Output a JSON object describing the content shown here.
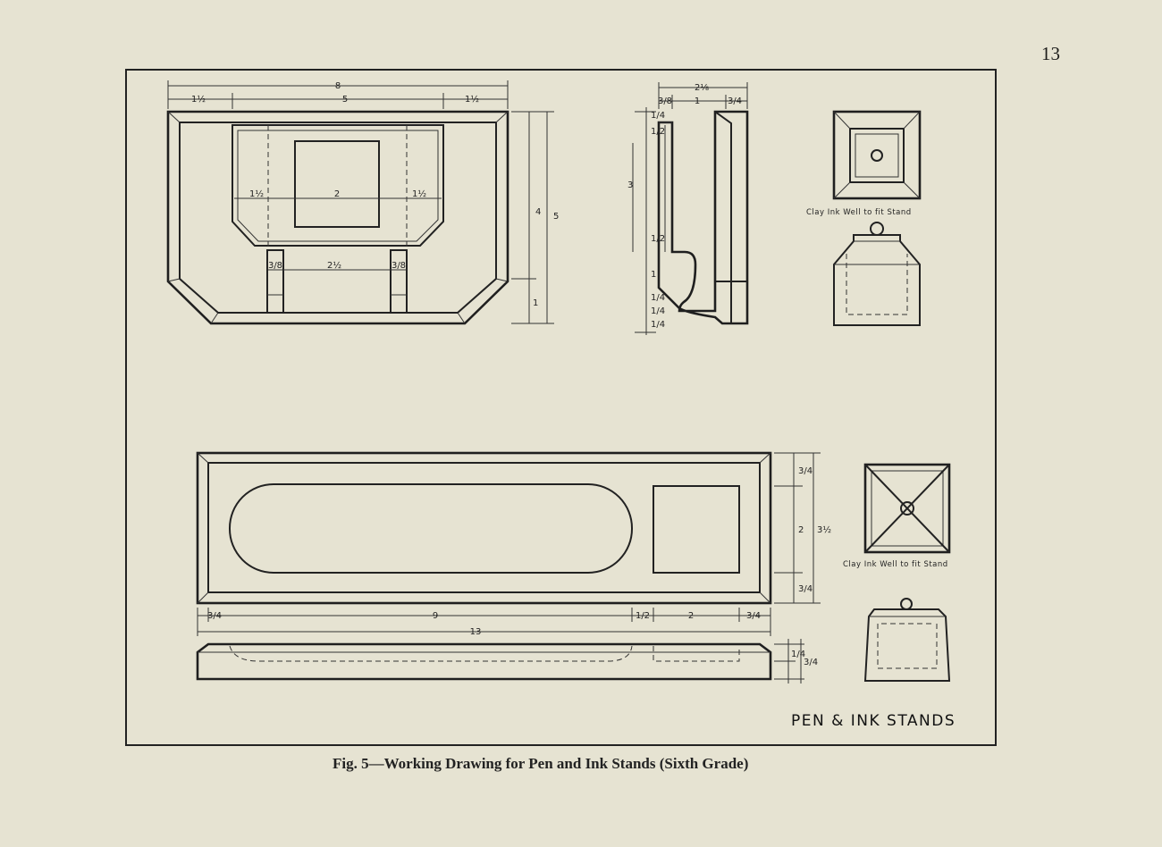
{
  "page": {
    "number": "13"
  },
  "caption": "Fig. 5—Working Drawing for Pen and Ink Stands (Sixth Grade)",
  "drawing": {
    "title": "PEN & INK STANDS",
    "label_top_inkwell": "Clay Ink Well to fit Stand",
    "label_bottom_inkwell": "Clay Ink Well to fit Stand",
    "dimensions": {
      "top_overall_width": "8",
      "top_inner_width": "5",
      "top_left_margin": "1½",
      "top_right_margin": "1½",
      "top_height_outer": "5",
      "top_height_inner": "4",
      "top_bottom_offset": "1",
      "top_mid_left": "1½",
      "top_mid_center": "2",
      "top_mid_right": "1½",
      "top_leg_left": "3/8",
      "top_leg_center": "2½",
      "top_leg_right": "3/8",
      "side_overall": "2⅛",
      "side_a": "3/8",
      "side_b": "1",
      "side_c": "3/4",
      "side_v1": "1/4",
      "side_v2": "1/2",
      "side_v3": "3",
      "side_v4": "1/2",
      "side_v5": "1",
      "side_v6": "1/4",
      "side_v7": "1/4",
      "side_v8": "1/4",
      "bottom_v1": "3/4",
      "bottom_v2": "2",
      "bottom_v_total": "3½",
      "bottom_v3": "3/4",
      "bottom_h1": "3/4",
      "bottom_h2": "9",
      "bottom_h3": "1/2",
      "bottom_h4": "2",
      "bottom_h5": "3/4",
      "bottom_total": "13",
      "bottom_thick_a": "1/4",
      "bottom_thick_b": "3/4"
    }
  }
}
